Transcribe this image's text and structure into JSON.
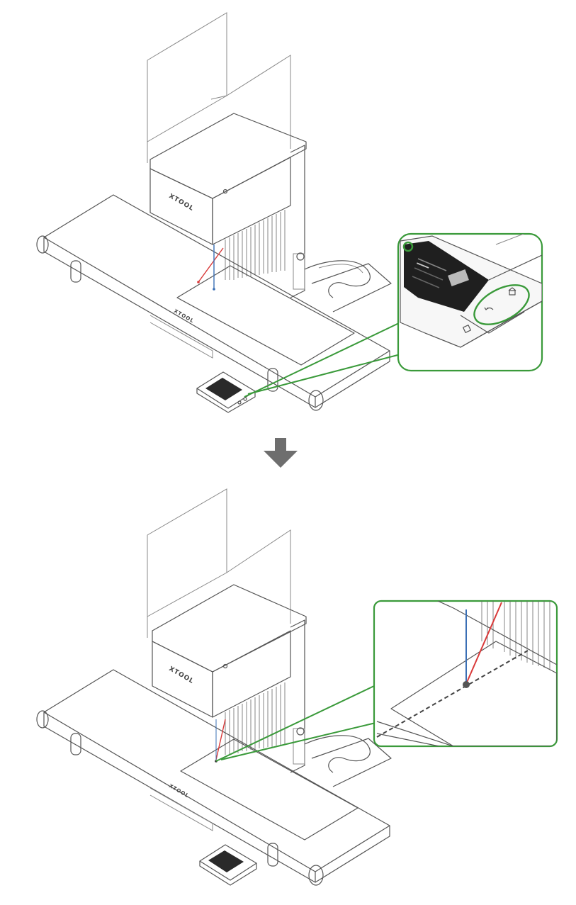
{
  "brand": {
    "label": "XTOOL"
  },
  "colors": {
    "callout_green": "#3a9a3a",
    "laser_red": "#d93a3a",
    "laser_blue": "#3a6fb5",
    "arrow_gray": "#6e6e6e",
    "line_gray": "#555555"
  },
  "icons": {
    "step_arrow": "arrow-down-icon",
    "screen_home": "home-icon",
    "screen_back": "back-icon"
  },
  "steps": [
    {
      "name": "step-before",
      "callout": "control-panel-button-zoom"
    },
    {
      "name": "step-after",
      "callout": "laser-crosshair-alignment-zoom"
    }
  ]
}
